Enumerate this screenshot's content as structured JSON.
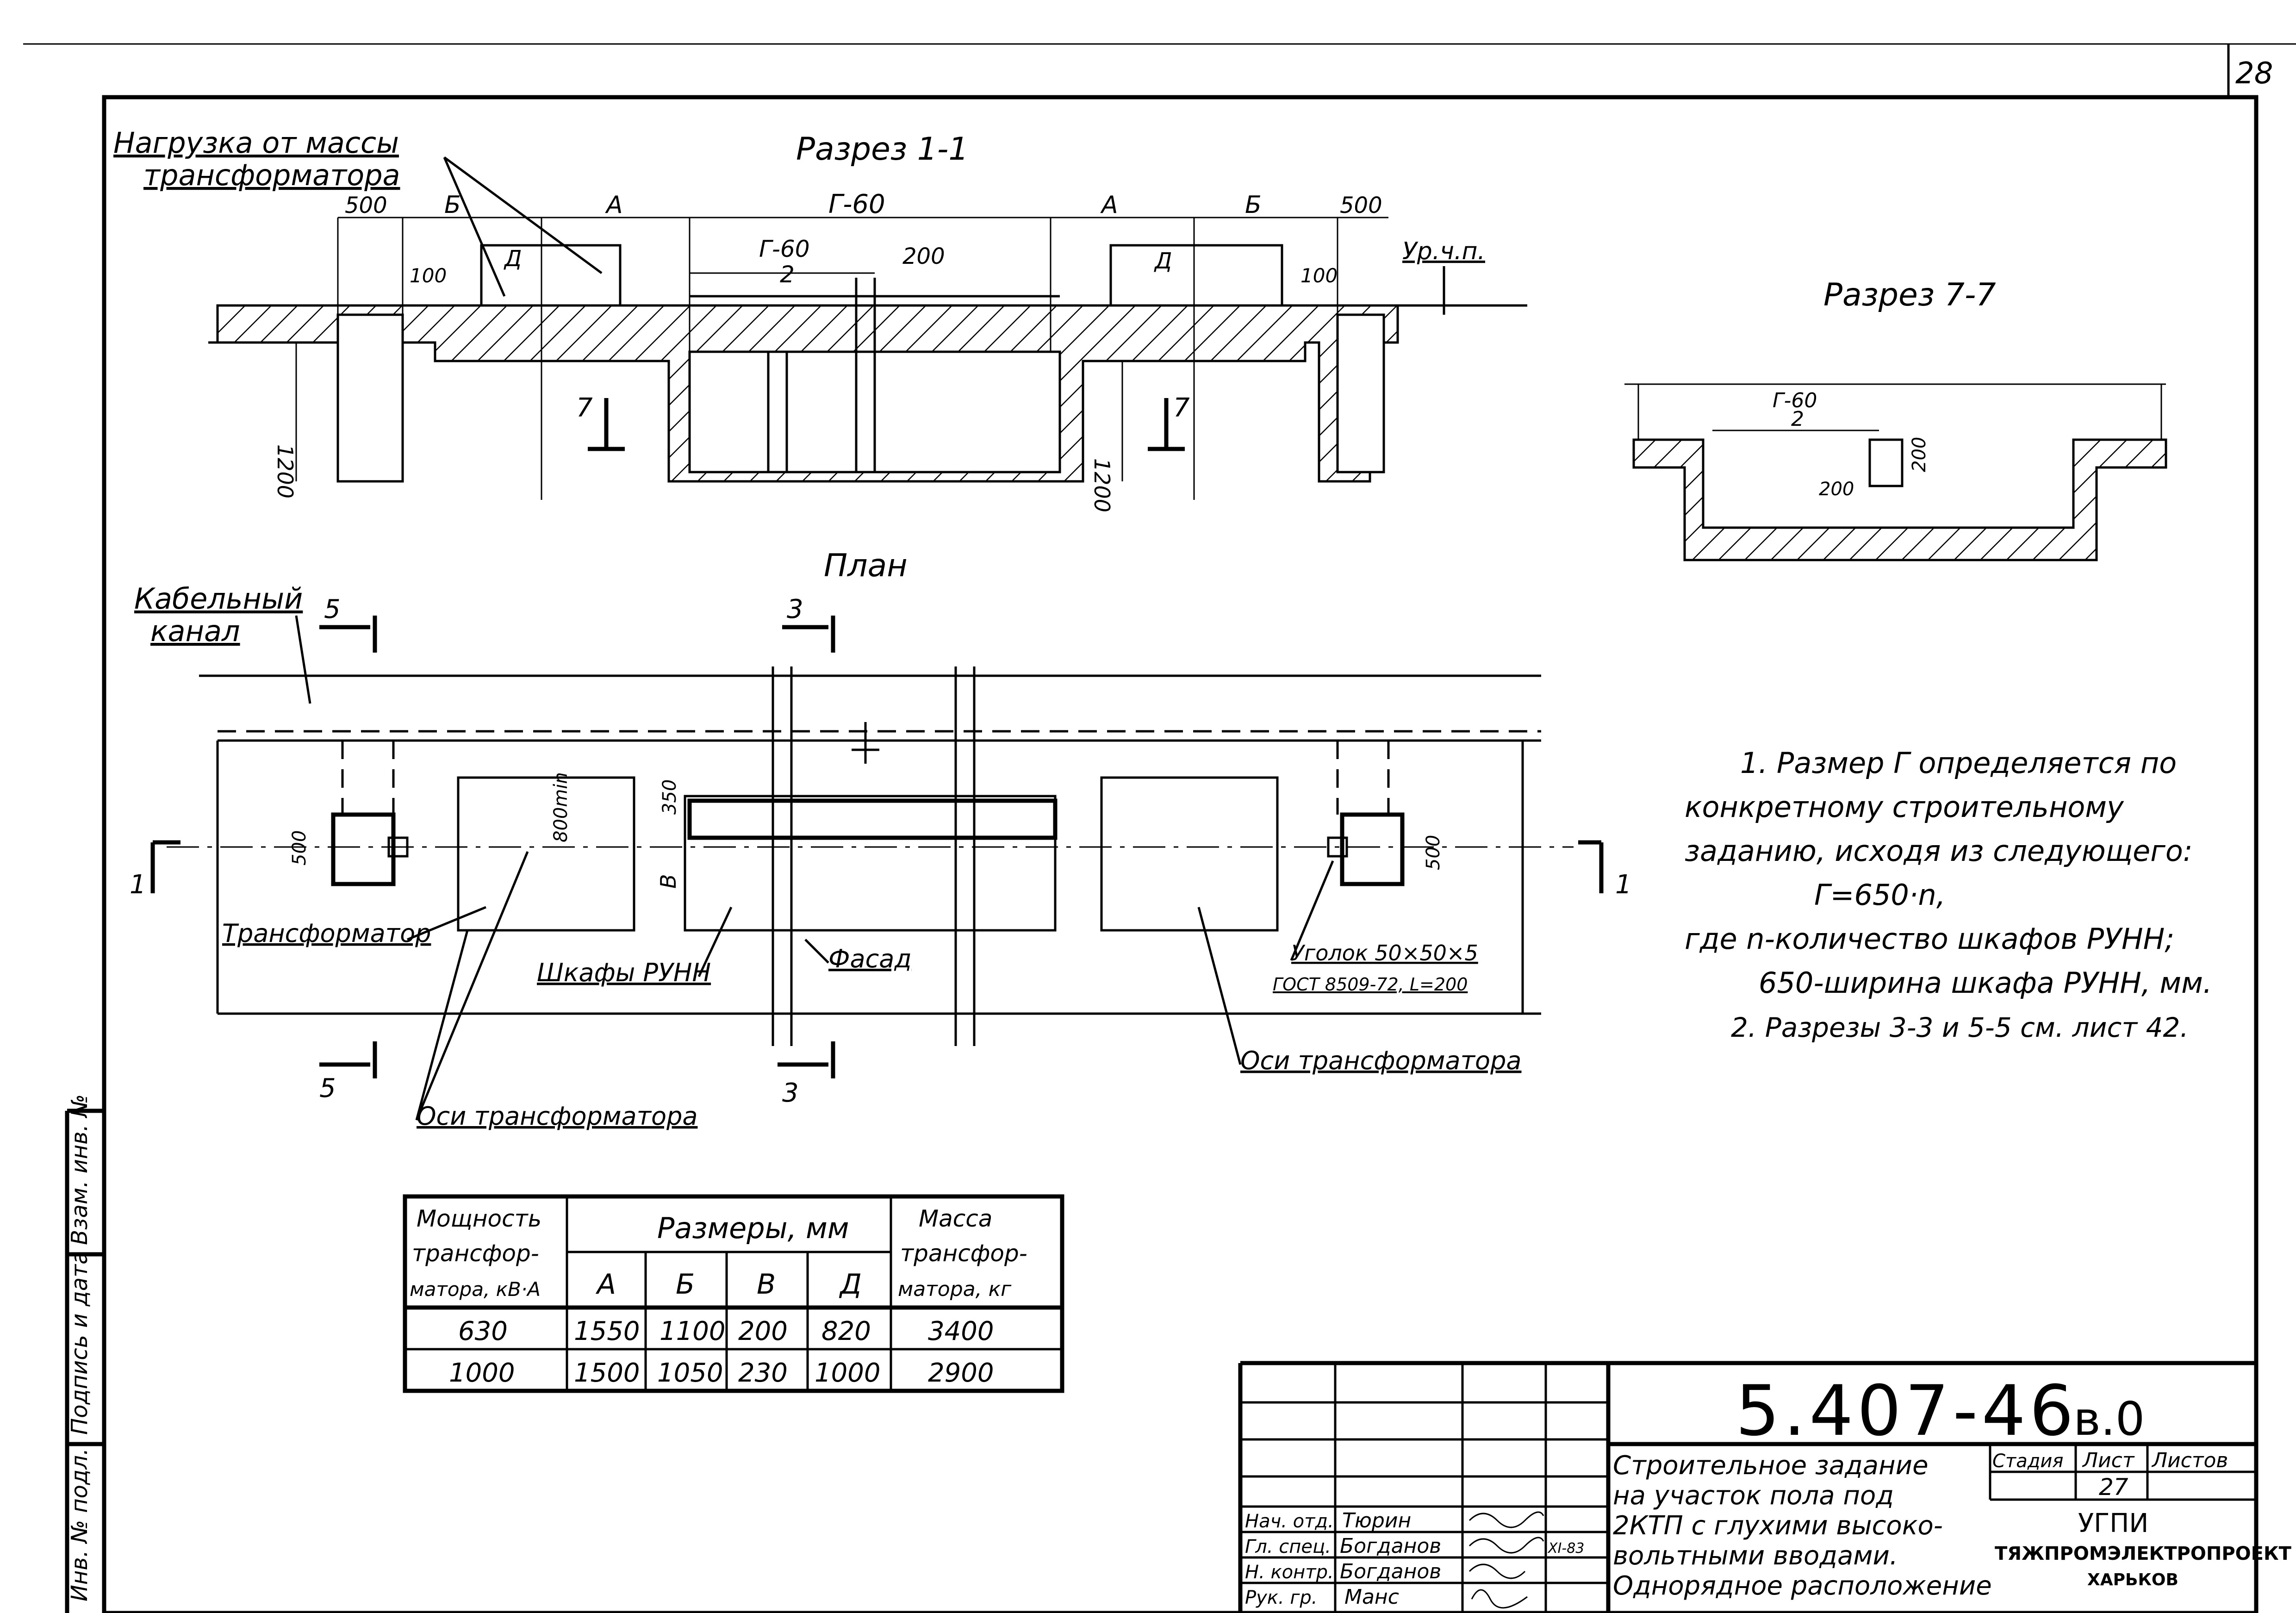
{
  "sheet_number": "28",
  "titles": {
    "section_1_1": "Разрез 1-1",
    "section_7_7": "Разрез 7-7",
    "plan": "План"
  },
  "labels": {
    "load_line1": "Нагрузка от массы",
    "load_line2": "трансформатора",
    "floor_level": "Ур.ч.п.",
    "cable_channel_line1": "Кабельный",
    "cable_channel_line2": "канал",
    "transformer": "Трансформатор",
    "cabinets": "Шкафы РУНН",
    "facade": "Фасад",
    "angle_line1": "Уголок 50×50×5",
    "angle_line2": "ГОСТ 8509-72, L=200",
    "transformer_axes": "Оси трансформатора"
  },
  "dimensions": {
    "d500": "500",
    "B": "Б",
    "A": "А",
    "G60": "Г-60",
    "G60_num": "Г-60",
    "half": "2",
    "d200": "200",
    "D": "Д",
    "d100": "100",
    "d1200": "1200",
    "d350": "350",
    "d800min": "800min",
    "V": "В",
    "num1": "1",
    "num3": "3",
    "num5": "5",
    "num7": "7"
  },
  "notes": [
    "1. Размер Г определяется по",
    "конкретному строительному",
    "заданию, исходя из следующего:",
    "Г=650·n,",
    "где n-количество шкафов РУНН;",
    "650-ширина шкафа РУНН, мм.",
    "2. Разрезы 3-3 и 5-5 см. лист 42."
  ],
  "table": {
    "col_power": [
      "Мощность",
      "трансфор-",
      "матора, кВ·А"
    ],
    "col_dims": "Размеры, мм",
    "col_mass": [
      "Масса",
      "трансфор-",
      "матора, кг"
    ],
    "sub_headers": [
      "А",
      "Б",
      "В",
      "Д"
    ],
    "rows": [
      [
        "630",
        "1550",
        "1100",
        "200",
        "820",
        "3400"
      ],
      [
        "1000",
        "1500",
        "1050",
        "230",
        "1000",
        "2900"
      ]
    ]
  },
  "side_stamp": [
    "Инв. № подл.",
    "Подпись и дата",
    "Взам. инв. №"
  ],
  "title_block": {
    "code": "5.407-46",
    "issue": "в.0",
    "roles": [
      "Нач. отд.",
      "Гл. спец.",
      "Н. контр.",
      "Рук. гр."
    ],
    "names": [
      "Тюрин",
      "Богданов",
      "Богданов",
      "Манс"
    ],
    "date": "XI-83",
    "description": [
      "Строительное задание",
      "на участок пола под",
      "2КТП с глухими высоко-",
      "вольтными вводами.",
      "Однорядное расположение"
    ],
    "stage_label": "Стадия",
    "sheet_label": "Лист",
    "sheets_label": "Листов",
    "sheet_value": "27",
    "org_line1": "УГПИ",
    "org_line2": "ТЯЖПРОМЭЛЕКТРОПРОЕКТ",
    "org_line3": "ХАРЬКОВ"
  }
}
